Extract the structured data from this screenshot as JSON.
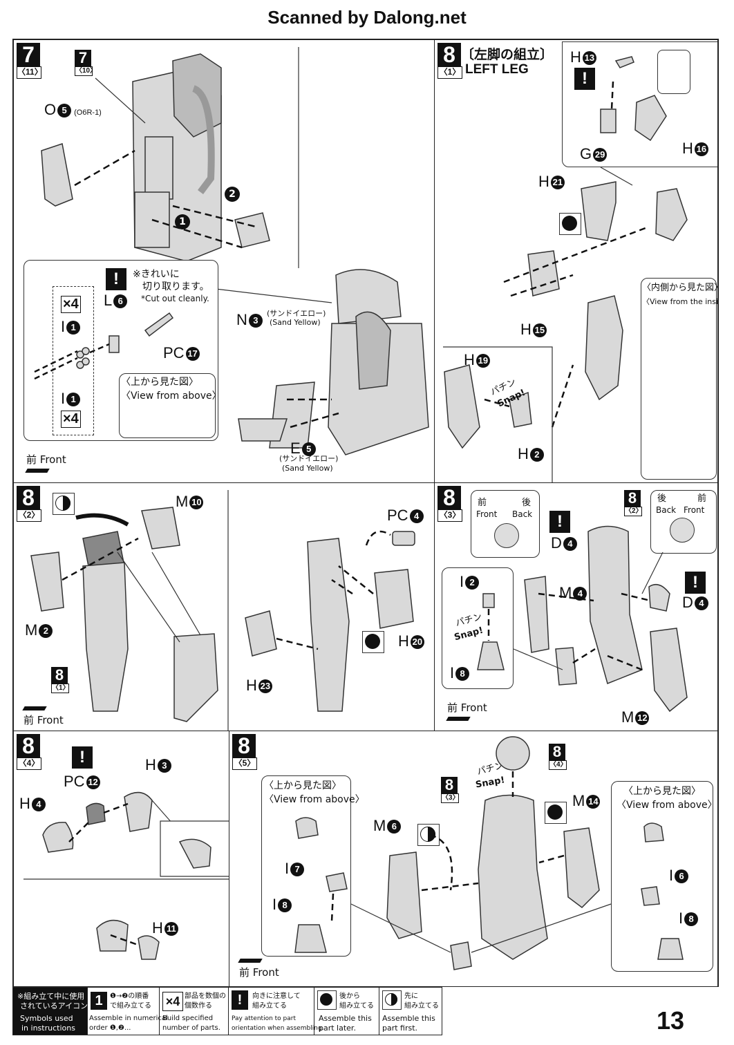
{
  "header": {
    "scan_credit": "Scanned by Dalong.net"
  },
  "page_number": "13",
  "steps": {
    "s7": {
      "num": "7",
      "sub": "11",
      "ref_num": "7",
      "ref_sub": "10",
      "labels": {
        "o5": "O",
        "o5_num": "5",
        "o5_note": "(O6R-1)",
        "l6": "L",
        "l6_num": "6",
        "pc17": "PC",
        "pc17_num": "17",
        "i1a": "I",
        "i1a_num": "1",
        "i1b": "I",
        "i1b_num": "1",
        "x4a": "×4",
        "x4b": "×4",
        "n3": "N",
        "n3_num": "3",
        "n3_jp": "(サンドイエロー)",
        "n3_en": "(Sand Yellow)",
        "e5": "E",
        "e5_num": "5",
        "e5_jp": "(サンドイエロー)",
        "e5_en": "(Sand Yellow)",
        "order1": "1",
        "order2": "2"
      },
      "cut_jp1": "※きれいに",
      "cut_jp2": "切り取ります。",
      "cut_en": "*Cut out cleanly.",
      "view_jp": "〈上から見た図〉",
      "view_en": "〈View from above〉",
      "front_jp": "前",
      "front_en": "Front"
    },
    "s8_1": {
      "num": "8",
      "sub": "1",
      "title_jp": "〔左脚の組立〕",
      "title_en": "LEFT LEG",
      "labels": {
        "h13": "H",
        "h13_num": "13",
        "g29": "G",
        "g29_num": "29",
        "h16": "H",
        "h16_num": "16",
        "h21": "H",
        "h21_num": "21",
        "h15": "H",
        "h15_num": "15",
        "h19": "H",
        "h19_num": "19",
        "h2": "H",
        "h2_num": "2"
      },
      "snap_jp": "パチン",
      "snap_en": "Snap!",
      "inside_jp": "〈内側から見た図〉",
      "inside_en": "〈View from the inside〉"
    },
    "s8_2": {
      "num": "8",
      "sub": "2",
      "ref_num": "8",
      "ref_sub": "1",
      "labels": {
        "m10": "M",
        "m10_num": "10",
        "m2": "M",
        "m2_num": "2",
        "pc4": "PC",
        "pc4_num": "4",
        "h20": "H",
        "h20_num": "20",
        "h23": "H",
        "h23_num": "23"
      },
      "front_jp": "前",
      "front_en": "Front"
    },
    "s8_3": {
      "num": "8",
      "sub": "3",
      "ref_num": "8",
      "ref_sub": "2",
      "fb1_jp_front": "前",
      "fb1_jp_back": "後",
      "fb1_en_front": "Front",
      "fb1_en_back": "Back",
      "fb2_jp_back": "後",
      "fb2_jp_front": "前",
      "fb2_en_back": "Back",
      "fb2_en_front": "Front",
      "labels": {
        "d4a": "D",
        "d4a_num": "4",
        "d4b": "D",
        "d4b_num": "4",
        "m4": "M",
        "m4_num": "4",
        "i2": "I",
        "i2_num": "2",
        "i8": "I",
        "i8_num": "8",
        "m12": "M",
        "m12_num": "12"
      },
      "snap_jp": "パチン",
      "snap_en": "Snap!",
      "front_jp": "前",
      "front_en": "Front"
    },
    "s8_4": {
      "num": "8",
      "sub": "4",
      "labels": {
        "pc12": "PC",
        "pc12_num": "12",
        "h3": "H",
        "h3_num": "3",
        "h4": "H",
        "h4_num": "4",
        "h11": "H",
        "h11_num": "11"
      }
    },
    "s8_5": {
      "num": "8",
      "sub": "5",
      "ref_top_num": "8",
      "ref_top_sub": "4",
      "ref_left_num": "8",
      "ref_left_sub": "3",
      "labels": {
        "m6": "M",
        "m6_num": "6",
        "m14": "M",
        "m14_num": "14",
        "i7": "I",
        "i7_num": "7",
        "i8a": "I",
        "i8a_num": "8",
        "i6": "I",
        "i6_num": "6",
        "i8b": "I",
        "i8b_num": "8"
      },
      "view_jp": "〈上から見た図〉",
      "view_en": "〈View from above〉",
      "snap_jp": "パチン",
      "snap_en": "Snap!",
      "front_jp": "前",
      "front_en": "Front"
    }
  },
  "legend": {
    "intro_jp1": "※組み立て中に使用",
    "intro_jp2": "されているアイコン",
    "intro_en1": "Symbols used",
    "intro_en2": "in instructions",
    "items": [
      {
        "icon": "1",
        "jp1": "❶→❷の順番",
        "jp2": "で組み立てる",
        "en1": "Assemble in numerical",
        "en2": "order ❶,❷..."
      },
      {
        "icon": "×4",
        "jp1": "部品を数個の",
        "jp2": "個数作る",
        "en1": "Build specified",
        "en2": "number of parts."
      },
      {
        "icon": "!",
        "jp1": "向きに注意して",
        "jp2": "組み立てる",
        "en1": "Pay attention to part",
        "en2": "orientation when assembling."
      },
      {
        "icon": "later-icon",
        "jp1": "後から",
        "jp2": "組み立てる",
        "en1": "Assemble this",
        "en2": "part later."
      },
      {
        "icon": "first-icon",
        "jp1": "先に",
        "jp2": "組み立てる",
        "en1": "Assemble this",
        "en2": "part first."
      }
    ]
  },
  "colors": {
    "ink": "#111111",
    "part_fill": "#d9d9d9",
    "paper": "#ffffff"
  }
}
